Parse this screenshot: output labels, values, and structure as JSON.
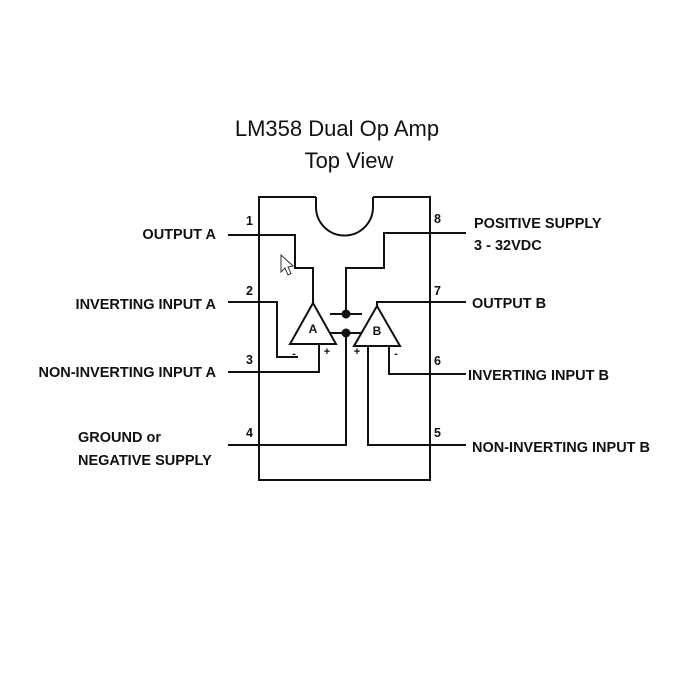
{
  "title": {
    "line1": "LM358 Dual Op Amp",
    "line2": "Top View"
  },
  "pins": [
    {
      "number": "1",
      "label": "OUTPUT A"
    },
    {
      "number": "2",
      "label": "INVERTING INPUT A"
    },
    {
      "number": "3",
      "label": "NON-INVERTING INPUT A"
    },
    {
      "number": "4",
      "label_line1": "GROUND or",
      "label_line2": "NEGATIVE SUPPLY"
    },
    {
      "number": "5",
      "label": "NON-INVERTING INPUT B"
    },
    {
      "number": "6",
      "label": "INVERTING INPUT B"
    },
    {
      "number": "7",
      "label": "OUTPUT B"
    },
    {
      "number": "8",
      "label_line1": "POSITIVE SUPPLY",
      "label_line2": "3 - 32VDC"
    }
  ],
  "amplifiers": [
    {
      "name": "A",
      "minus": "-",
      "plus": "+"
    },
    {
      "name": "B",
      "minus": "-",
      "plus": "+"
    }
  ],
  "colors": {
    "ink": "#111111",
    "background": "#ffffff"
  },
  "icons": {
    "cursor": "mouse-pointer-icon"
  }
}
